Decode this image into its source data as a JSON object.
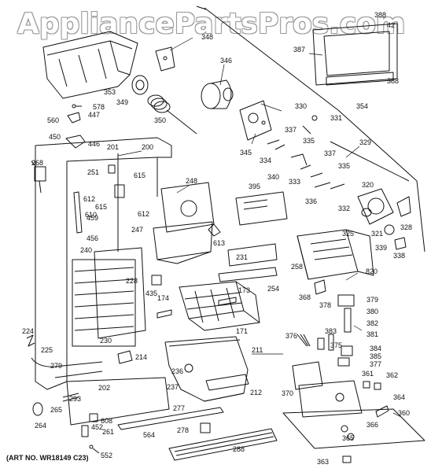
{
  "watermark": "AppliancePartsPros.com",
  "art_number": "(ART NO. WR18149 C23)",
  "labels": [
    {
      "id": "l388a",
      "text": "388"
    },
    {
      "id": "l42",
      "text": "42"
    },
    {
      "id": "l348",
      "text": "348"
    },
    {
      "id": "l387",
      "text": "387"
    },
    {
      "id": "l388b",
      "text": "388"
    },
    {
      "id": "l346",
      "text": "346"
    },
    {
      "id": "l353",
      "text": "353"
    },
    {
      "id": "l349",
      "text": "349"
    },
    {
      "id": "l578",
      "text": "578"
    },
    {
      "id": "l447",
      "text": "447"
    },
    {
      "id": "l560",
      "text": "560"
    },
    {
      "id": "l350",
      "text": "350"
    },
    {
      "id": "l354",
      "text": "354"
    },
    {
      "id": "l330",
      "text": "330"
    },
    {
      "id": "l331",
      "text": "331"
    },
    {
      "id": "l450",
      "text": "450"
    },
    {
      "id": "l446",
      "text": "446"
    },
    {
      "id": "l201",
      "text": "201"
    },
    {
      "id": "l200",
      "text": "200"
    },
    {
      "id": "l345",
      "text": "345"
    },
    {
      "id": "l337a",
      "text": "337"
    },
    {
      "id": "l335a",
      "text": "335"
    },
    {
      "id": "l329",
      "text": "329"
    },
    {
      "id": "l268",
      "text": "268"
    },
    {
      "id": "l251",
      "text": "251"
    },
    {
      "id": "l615a",
      "text": "615"
    },
    {
      "id": "l334",
      "text": "334"
    },
    {
      "id": "l340",
      "text": "340"
    },
    {
      "id": "l337b",
      "text": "337"
    },
    {
      "id": "l333",
      "text": "333"
    },
    {
      "id": "l335b",
      "text": "335"
    },
    {
      "id": "l248",
      "text": "248"
    },
    {
      "id": "l612a",
      "text": "612"
    },
    {
      "id": "l395",
      "text": "395"
    },
    {
      "id": "l320",
      "text": "320"
    },
    {
      "id": "l336",
      "text": "336"
    },
    {
      "id": "l332",
      "text": "332"
    },
    {
      "id": "l615b",
      "text": "615"
    },
    {
      "id": "l610",
      "text": "610"
    },
    {
      "id": "l612b",
      "text": "612"
    },
    {
      "id": "l459",
      "text": "459"
    },
    {
      "id": "l247",
      "text": "247"
    },
    {
      "id": "l613",
      "text": "613"
    },
    {
      "id": "l325",
      "text": "325"
    },
    {
      "id": "l321",
      "text": "321"
    },
    {
      "id": "l328",
      "text": "328"
    },
    {
      "id": "l456",
      "text": "456"
    },
    {
      "id": "l339",
      "text": "339"
    },
    {
      "id": "l338",
      "text": "338"
    },
    {
      "id": "l240",
      "text": "240"
    },
    {
      "id": "l231",
      "text": "231"
    },
    {
      "id": "l258",
      "text": "258"
    },
    {
      "id": "l820",
      "text": "820"
    },
    {
      "id": "l228",
      "text": "228"
    },
    {
      "id": "l435",
      "text": "435"
    },
    {
      "id": "l254",
      "text": "254"
    },
    {
      "id": "l174",
      "text": "174"
    },
    {
      "id": "l173",
      "text": "173"
    },
    {
      "id": "l368",
      "text": "368"
    },
    {
      "id": "l379",
      "text": "379"
    },
    {
      "id": "l378",
      "text": "378"
    },
    {
      "id": "l380",
      "text": "380"
    },
    {
      "id": "l382",
      "text": "382"
    },
    {
      "id": "l171",
      "text": "171"
    },
    {
      "id": "l381",
      "text": "381"
    },
    {
      "id": "l224",
      "text": "224"
    },
    {
      "id": "l230",
      "text": "230"
    },
    {
      "id": "l383",
      "text": "383"
    },
    {
      "id": "l376",
      "text": "376"
    },
    {
      "id": "l375",
      "text": "375"
    },
    {
      "id": "l384",
      "text": "384"
    },
    {
      "id": "l225",
      "text": "225"
    },
    {
      "id": "l211",
      "text": "211"
    },
    {
      "id": "l385",
      "text": "385"
    },
    {
      "id": "l214",
      "text": "214"
    },
    {
      "id": "l377",
      "text": "377"
    },
    {
      "id": "l279",
      "text": "279"
    },
    {
      "id": "l236",
      "text": "236"
    },
    {
      "id": "l361",
      "text": "361"
    },
    {
      "id": "l362",
      "text": "362"
    },
    {
      "id": "l237",
      "text": "237"
    },
    {
      "id": "l202",
      "text": "202"
    },
    {
      "id": "l212",
      "text": "212"
    },
    {
      "id": "l370",
      "text": "370"
    },
    {
      "id": "l364",
      "text": "364"
    },
    {
      "id": "l293",
      "text": "293"
    },
    {
      "id": "l265",
      "text": "265"
    },
    {
      "id": "l608",
      "text": "608"
    },
    {
      "id": "l277",
      "text": "277"
    },
    {
      "id": "l360",
      "text": "360"
    },
    {
      "id": "l264",
      "text": "264"
    },
    {
      "id": "l452",
      "text": "452"
    },
    {
      "id": "l261",
      "text": "261"
    },
    {
      "id": "l564",
      "text": "564"
    },
    {
      "id": "l278",
      "text": "278"
    },
    {
      "id": "l366",
      "text": "366"
    },
    {
      "id": "l365",
      "text": "365"
    },
    {
      "id": "l288",
      "text": "288"
    },
    {
      "id": "l552",
      "text": "552"
    },
    {
      "id": "l363",
      "text": "363"
    }
  ]
}
